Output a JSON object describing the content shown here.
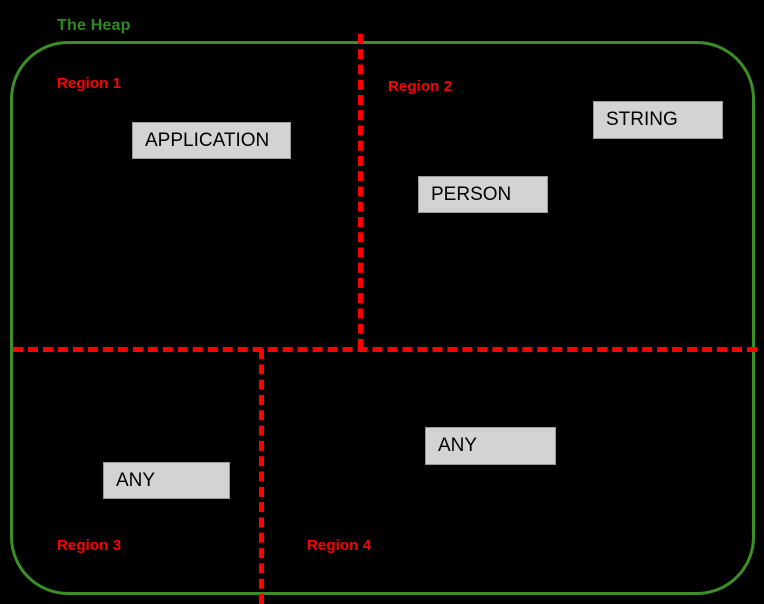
{
  "diagram": {
    "title": "The Heap",
    "colors": {
      "background": "#000000",
      "heap_border": "#3a8f26",
      "heap_label": "#2f8a22",
      "divider": "#ff0000",
      "region_label": "#ff0000",
      "object_fill": "#d3d3d3",
      "object_border": "#9a9a9a",
      "object_text": "#000000"
    },
    "regions": [
      {
        "id": "region-1",
        "label": "Region 1"
      },
      {
        "id": "region-2",
        "label": "Region 2"
      },
      {
        "id": "region-3",
        "label": "Region 3"
      },
      {
        "id": "region-4",
        "label": "Region 4"
      }
    ],
    "objects": [
      {
        "id": "application",
        "label": "APPLICATION",
        "region": "Region 1"
      },
      {
        "id": "string",
        "label": "STRING",
        "region": "Region 2"
      },
      {
        "id": "person",
        "label": "PERSON",
        "region": "Region 2"
      },
      {
        "id": "any-r3",
        "label": "ANY",
        "region": "Region 3"
      },
      {
        "id": "any-r4",
        "label": "ANY",
        "region": "Region 4"
      }
    ]
  }
}
